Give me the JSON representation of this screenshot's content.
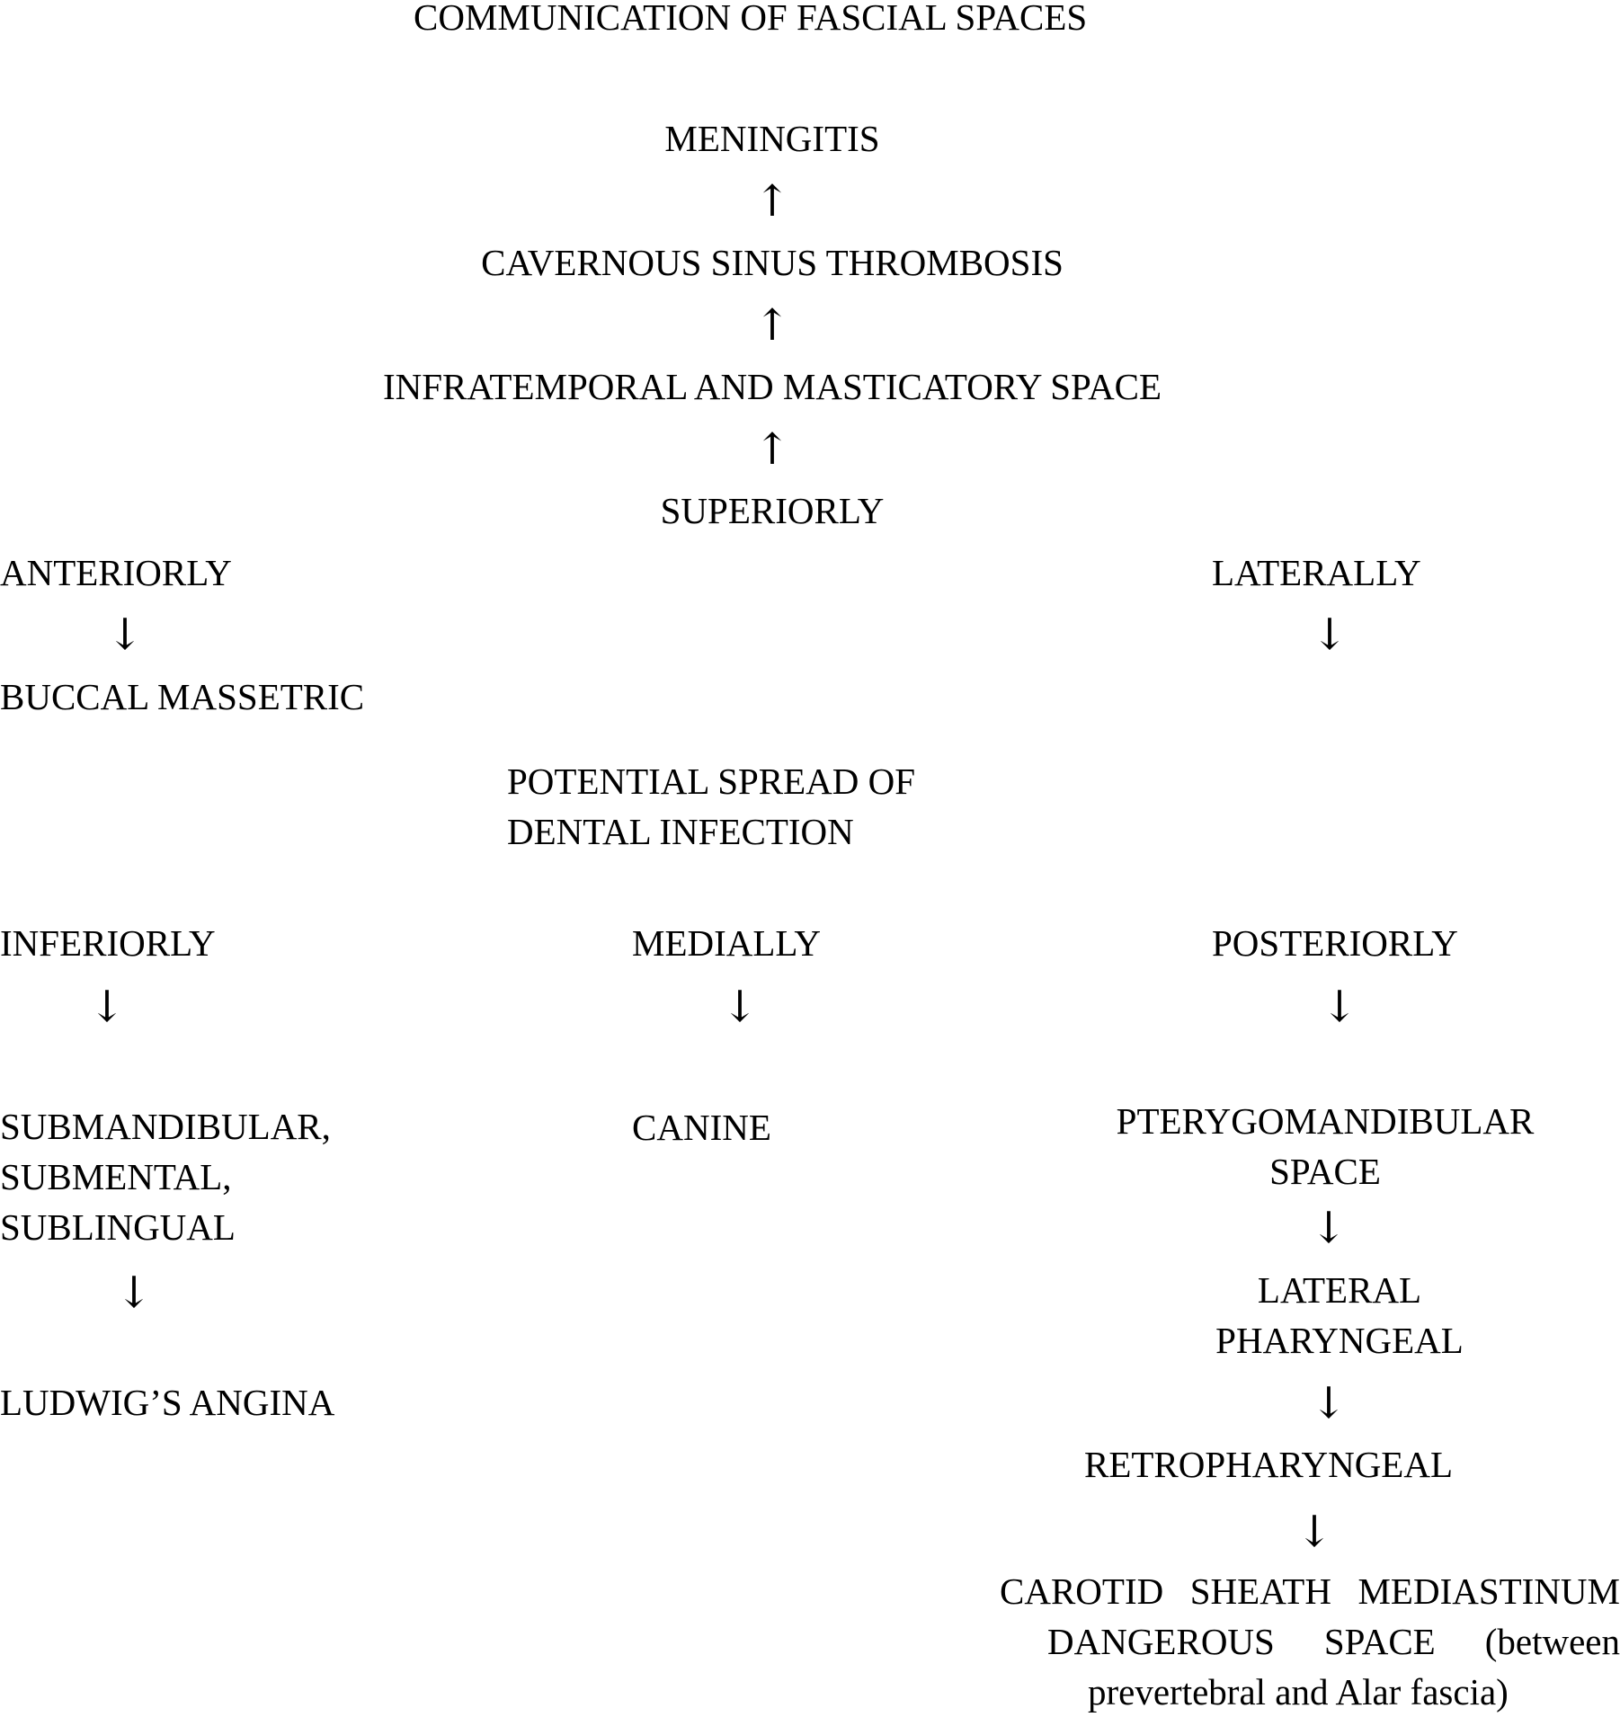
{
  "title": "COMMUNICATION OF FASCIAL SPACES",
  "center_chain": {
    "meningitis": "MENINGITIS",
    "cavernous": "CAVERNOUS SINUS THROMBOSIS",
    "infratemporal": "INFRATEMPORAL AND MASTICATORY SPACE",
    "superiorly": "SUPERIORLY"
  },
  "arrows": {
    "up": "↑",
    "down": "↓"
  },
  "anteriorly": {
    "label": "ANTERIORLY",
    "target": "BUCCAL MASSETRIC"
  },
  "laterally": {
    "label": "LATERALLY"
  },
  "center_node": {
    "line1": "POTENTIAL SPREAD OF",
    "line2": "DENTAL INFECTION"
  },
  "inferiorly": {
    "label": "INFERIORLY",
    "target_lines": [
      "SUBMANDIBULAR,",
      "SUBMENTAL,",
      "SUBLINGUAL"
    ],
    "final": "LUDWIG’S ANGINA"
  },
  "medially": {
    "label": "MEDIALLY",
    "target": "CANINE"
  },
  "posteriorly": {
    "label": "POSTERIORLY",
    "pterygo_lines": [
      "PTERYGOMANDIBULAR",
      "SPACE"
    ],
    "lateral_lines": [
      "LATERAL",
      "PHARYNGEAL"
    ],
    "retro": "RETROPHARYNGEAL",
    "final_lines": [
      "CAROTID SHEATH MEDIASTINUM",
      "DANGEROUS SPACE (between",
      "prevertebral and Alar fascia)"
    ]
  }
}
